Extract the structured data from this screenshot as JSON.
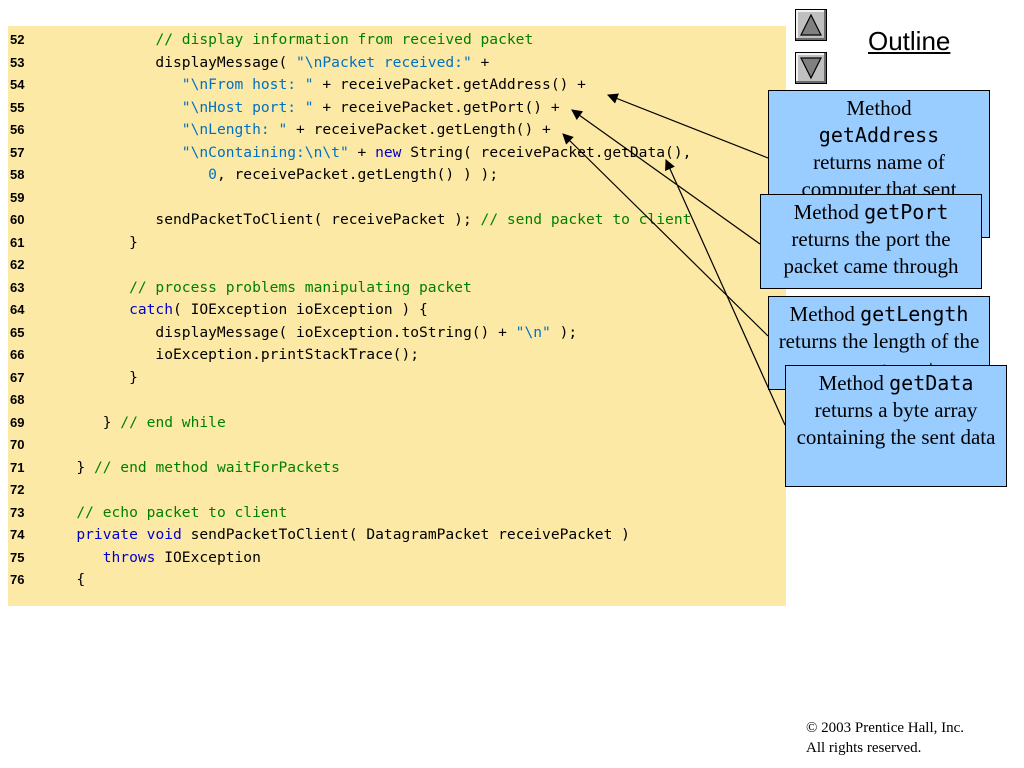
{
  "header": {
    "outline_label": "Outline"
  },
  "nav": {
    "up_icon": "triangle-up-icon",
    "down_icon": "triangle-down-icon"
  },
  "code_lines": [
    {
      "num": "52",
      "tokens": [
        {
          "t": "            "
        },
        {
          "t": "// display information from received packet",
          "c": "comment"
        }
      ]
    },
    {
      "num": "53",
      "tokens": [
        {
          "t": "            displayMessage( "
        },
        {
          "t": "\"\\nPacket received:\"",
          "c": "string"
        },
        {
          "t": " +"
        }
      ]
    },
    {
      "num": "54",
      "tokens": [
        {
          "t": "               "
        },
        {
          "t": "\"\\nFrom host: \"",
          "c": "string"
        },
        {
          "t": " + receivePacket.getAddress() +"
        }
      ]
    },
    {
      "num": "55",
      "tokens": [
        {
          "t": "               "
        },
        {
          "t": "\"\\nHost port: \"",
          "c": "string"
        },
        {
          "t": " + receivePacket.getPort() +"
        }
      ]
    },
    {
      "num": "56",
      "tokens": [
        {
          "t": "               "
        },
        {
          "t": "\"\\nLength: \"",
          "c": "string"
        },
        {
          "t": " + receivePacket.getLength() +"
        }
      ]
    },
    {
      "num": "57",
      "tokens": [
        {
          "t": "               "
        },
        {
          "t": "\"\\nContaining:\\n\\t\"",
          "c": "string"
        },
        {
          "t": " + "
        },
        {
          "t": "new",
          "c": "keyword"
        },
        {
          "t": " String( receivePacket.getData(),"
        }
      ]
    },
    {
      "num": "58",
      "tokens": [
        {
          "t": "                  "
        },
        {
          "t": "0",
          "c": "number"
        },
        {
          "t": ", receivePacket.getLength() ) );"
        }
      ]
    },
    {
      "num": "59",
      "tokens": []
    },
    {
      "num": "60",
      "tokens": [
        {
          "t": "            sendPacketToClient( receivePacket ); "
        },
        {
          "t": "// send packet to client",
          "c": "comment"
        }
      ]
    },
    {
      "num": "61",
      "tokens": [
        {
          "t": "         }"
        }
      ]
    },
    {
      "num": "62",
      "tokens": []
    },
    {
      "num": "63",
      "tokens": [
        {
          "t": "         "
        },
        {
          "t": "// process problems manipulating packet",
          "c": "comment"
        }
      ]
    },
    {
      "num": "64",
      "tokens": [
        {
          "t": "         "
        },
        {
          "t": "catch",
          "c": "keyword"
        },
        {
          "t": "( IOException ioException ) {"
        }
      ]
    },
    {
      "num": "65",
      "tokens": [
        {
          "t": "            displayMessage( ioException.toString() + "
        },
        {
          "t": "\"\\n\"",
          "c": "string"
        },
        {
          "t": " );"
        }
      ]
    },
    {
      "num": "66",
      "tokens": [
        {
          "t": "            ioException.printStackTrace();"
        }
      ]
    },
    {
      "num": "67",
      "tokens": [
        {
          "t": "         }"
        }
      ]
    },
    {
      "num": "68",
      "tokens": []
    },
    {
      "num": "69",
      "tokens": [
        {
          "t": "      } "
        },
        {
          "t": "// end while",
          "c": "comment"
        }
      ]
    },
    {
      "num": "70",
      "tokens": []
    },
    {
      "num": "71",
      "tokens": [
        {
          "t": "   } "
        },
        {
          "t": "// end method waitForPackets",
          "c": "comment"
        }
      ]
    },
    {
      "num": "72",
      "tokens": []
    },
    {
      "num": "73",
      "tokens": [
        {
          "t": "   "
        },
        {
          "t": "// echo packet to client",
          "c": "comment"
        }
      ]
    },
    {
      "num": "74",
      "tokens": [
        {
          "t": "   "
        },
        {
          "t": "private",
          "c": "keyword"
        },
        {
          "t": " "
        },
        {
          "t": "void",
          "c": "keyword"
        },
        {
          "t": " sendPacketToClient( DatagramPacket receivePacket )"
        }
      ]
    },
    {
      "num": "75",
      "tokens": [
        {
          "t": "      "
        },
        {
          "t": "throws",
          "c": "keyword"
        },
        {
          "t": " IOException"
        }
      ]
    },
    {
      "num": "76",
      "tokens": [
        {
          "t": "   {"
        }
      ]
    }
  ],
  "callouts": [
    {
      "prefix": "Method ",
      "method": "getAddress",
      "text": "returns name of computer that sent packet"
    },
    {
      "prefix": "Method ",
      "method": "getPort",
      "text": "returns the port the packet came through"
    },
    {
      "prefix": "Method ",
      "method": "getLength",
      "text": "returns the length of the message sent"
    },
    {
      "prefix": "Method ",
      "method": "getData",
      "text": "returns a byte array containing the sent data"
    }
  ],
  "footer": {
    "copyright_line1": "© 2003 Prentice Hall, Inc.",
    "copyright_line2": "All rights reserved."
  },
  "colors": {
    "code_background": "#fde9a6",
    "callout_background": "#99ccff",
    "comment": "#008000",
    "string": "#0070c0",
    "keyword": "#0000cc"
  }
}
